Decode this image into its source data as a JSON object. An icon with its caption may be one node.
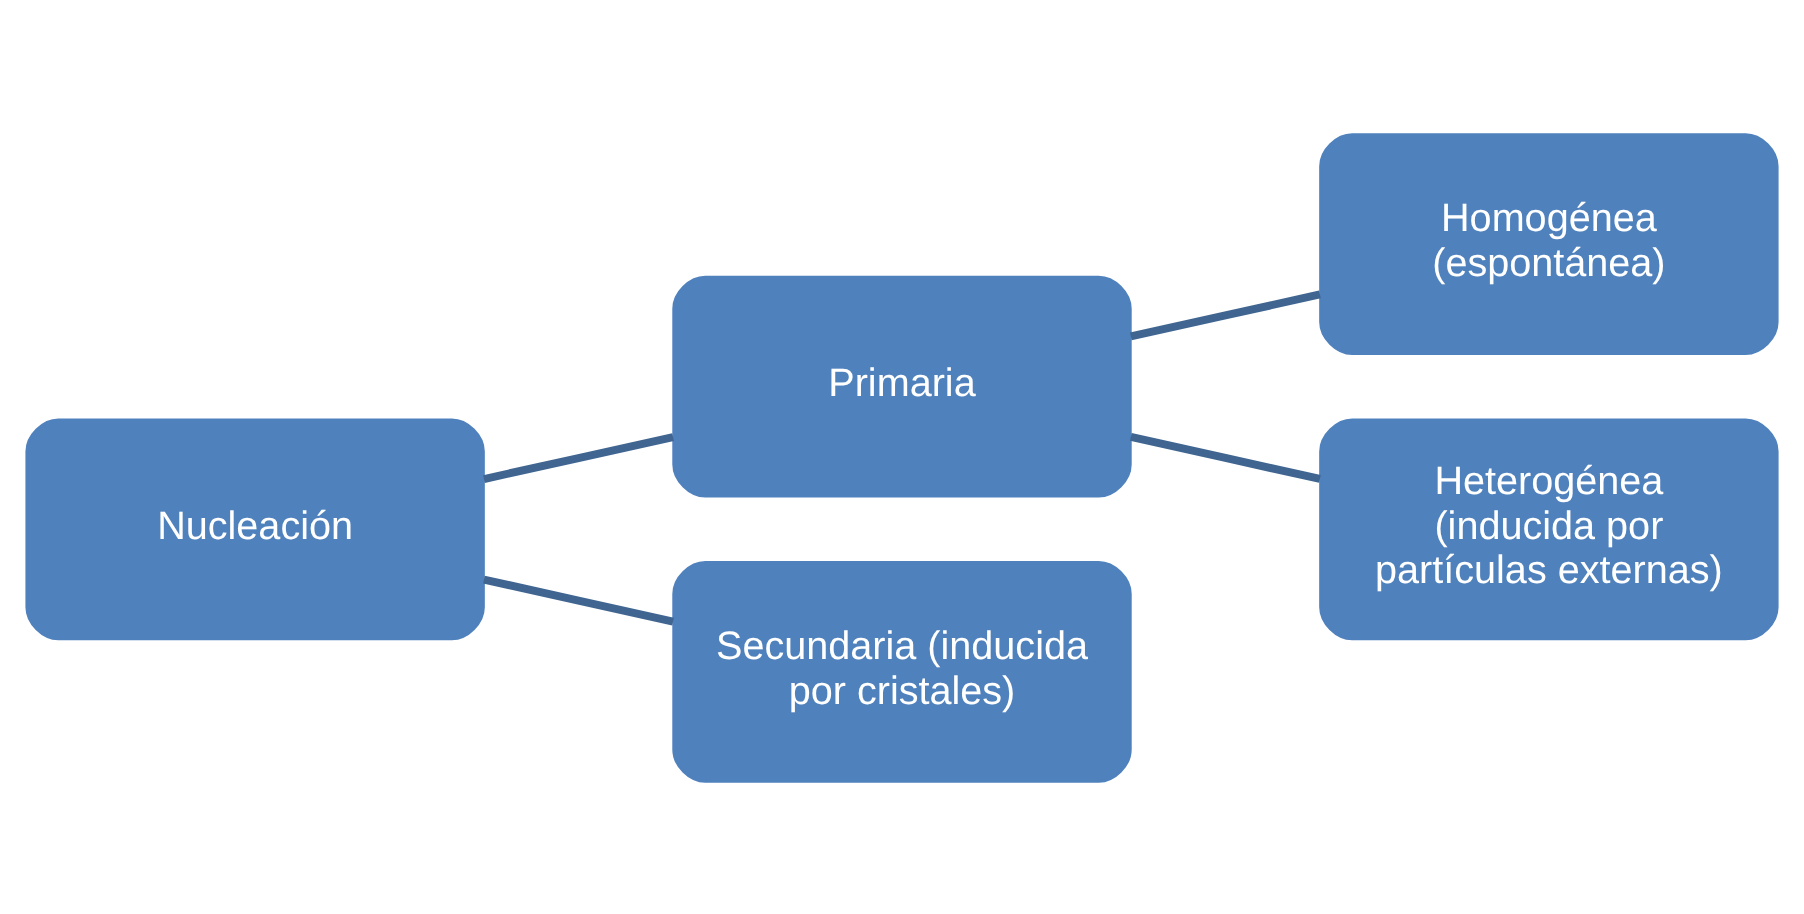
{
  "diagram": {
    "nodes": [
      {
        "text": [
          "Nucleación"
        ]
      },
      {
        "text": [
          "Primaria"
        ]
      },
      {
        "text": [
          "Secundaria (inducida por cristales)"
        ]
      },
      {
        "text": [
          "Homogénea (espontánea)"
        ]
      },
      {
        "text": [
          "Heterogénea (inducida por partículas externas)"
        ]
      }
    ],
    "edges": [
      {
        "from": 0,
        "to": 1,
        "arrow": "none"
      },
      {
        "from": 0,
        "to": 2,
        "arrow": "none"
      },
      {
        "from": 1,
        "to": 3,
        "arrow": "none"
      },
      {
        "from": 1,
        "to": 4,
        "arrow": "none"
      }
    ]
  }
}
